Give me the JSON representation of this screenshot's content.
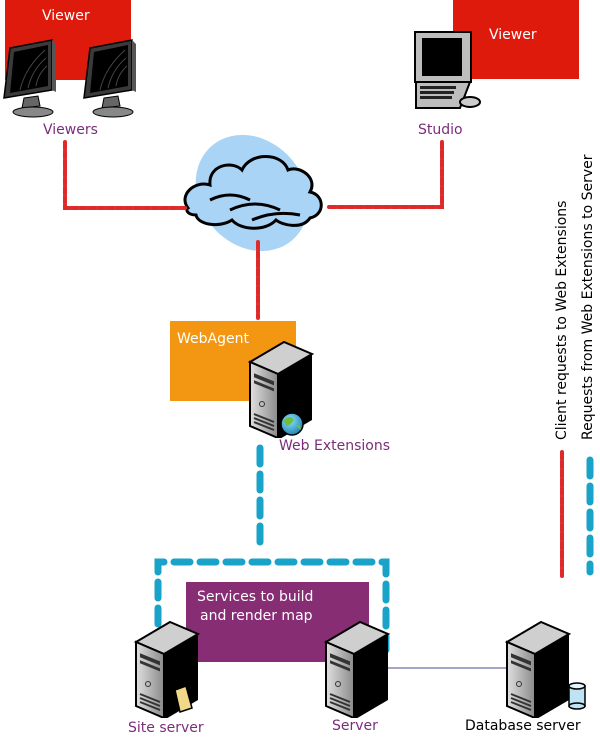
{
  "title": "Map service architecture diagram",
  "colors": {
    "viewer_box": "#dd1a0c",
    "webagent_box": "#f39712",
    "services_box": "#862d74",
    "client_line": "#e02a2a",
    "server_line": "#1aa3c8",
    "cloud": "#a9d4f5",
    "label": "#7b2d7b",
    "db_link": "#4b4b8c"
  },
  "nodes": {
    "viewer_box_left": "Viewer",
    "viewer_box_right": "Viewer",
    "viewers_label": "Viewers",
    "studio_label": "Studio",
    "webagent_label": "WebAgent",
    "web_extensions_label": "Web Extensions",
    "services_line1": "Services to build",
    "services_line2": "and render map",
    "site_server_label": "Site server",
    "server_label": "Server",
    "database_server_label": "Database server"
  },
  "legend": {
    "client_requests": "Client requests to Web Extensions",
    "server_requests": "Requests from Web Extensions to Server"
  },
  "icons": {
    "monitor": "monitor-icon",
    "workstation": "computer-keyboard-icon",
    "cloud": "internet-cloud-icon",
    "server": "server-tower-icon",
    "globe": "globe-icon",
    "folder": "folder-icon",
    "database": "database-cylinder-icon"
  }
}
